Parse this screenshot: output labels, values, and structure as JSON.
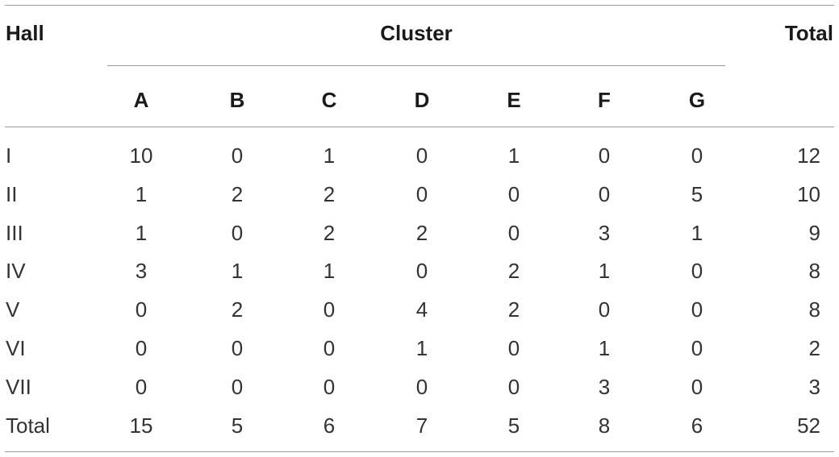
{
  "table": {
    "header": {
      "hall": "Hall",
      "cluster": "Cluster",
      "total": "Total",
      "columns": [
        "A",
        "B",
        "C",
        "D",
        "E",
        "F",
        "G"
      ]
    },
    "rows": [
      {
        "label": "I",
        "values": [
          "10",
          "0",
          "1",
          "0",
          "1",
          "0",
          "0"
        ],
        "total": "12"
      },
      {
        "label": "II",
        "values": [
          "1",
          "2",
          "2",
          "0",
          "0",
          "0",
          "5"
        ],
        "total": "10"
      },
      {
        "label": "III",
        "values": [
          "1",
          "0",
          "2",
          "2",
          "0",
          "3",
          "1"
        ],
        "total": "9"
      },
      {
        "label": "IV",
        "values": [
          "3",
          "1",
          "1",
          "0",
          "2",
          "1",
          "0"
        ],
        "total": "8"
      },
      {
        "label": "V",
        "values": [
          "0",
          "2",
          "0",
          "4",
          "2",
          "0",
          "0"
        ],
        "total": "8"
      },
      {
        "label": "VI",
        "values": [
          "0",
          "0",
          "0",
          "1",
          "0",
          "1",
          "0"
        ],
        "total": "2"
      },
      {
        "label": "VII",
        "values": [
          "0",
          "0",
          "0",
          "0",
          "0",
          "3",
          "0"
        ],
        "total": "3"
      },
      {
        "label": "Total",
        "values": [
          "15",
          "5",
          "6",
          "7",
          "5",
          "8",
          "6"
        ],
        "total": "52"
      }
    ]
  }
}
